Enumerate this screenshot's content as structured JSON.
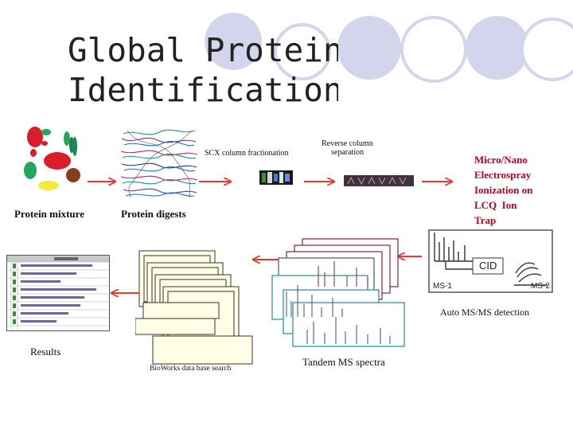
{
  "title_line1": "Global Protein",
  "title_line2": "Identification",
  "labels": {
    "protein_mixture": "Protein mixture",
    "protein_digests": "Protein digests",
    "scx": "SCX column fractionation",
    "reverse_line1": "Reverse column",
    "reverse_line2": "separation",
    "micro_nano": "Micro/Nano",
    "electrospray": "Electrospray",
    "ionization_on": "Ionization on",
    "lcq_ion": "LCQ  Ion",
    "trap": "Trap",
    "cid": "CID",
    "ms1": "MS-1",
    "ms2": "MS-2",
    "auto_msms": "Auto MS/MS detection",
    "results": "Results",
    "bioworks": "BioWorks data base search",
    "tandem": "Tandem MS spectra"
  },
  "colors": {
    "arrow_red": "#e8392c",
    "decor_circle": "#d4d4ec",
    "text_red": "#c0001c"
  }
}
